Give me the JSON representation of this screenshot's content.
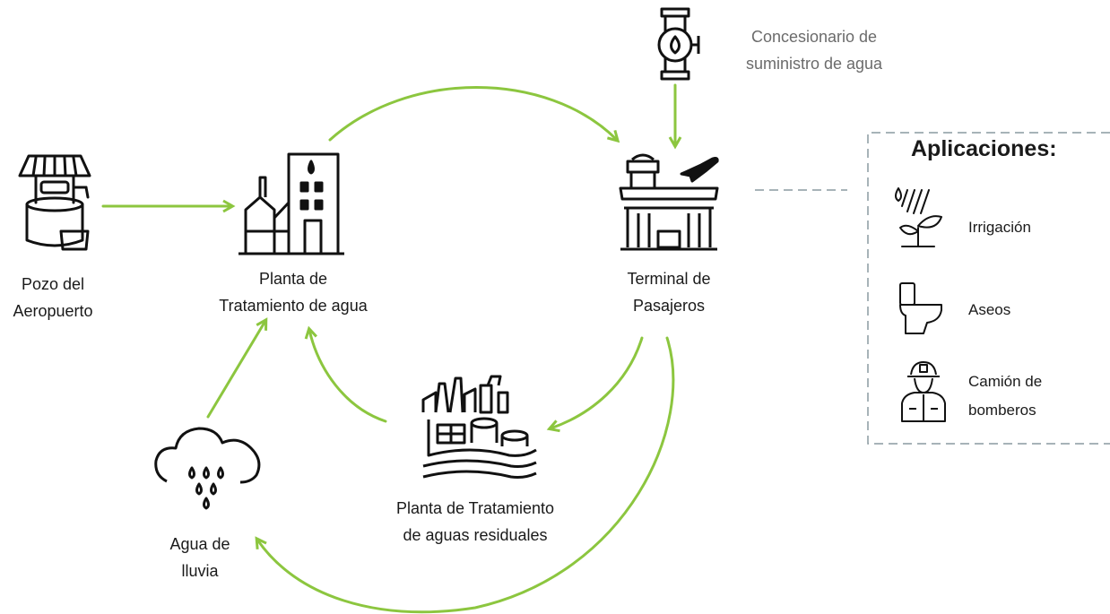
{
  "nodes": {
    "well": {
      "line1": "Pozo del",
      "line2": "Aeropuerto"
    },
    "water_plant": {
      "line1": "Planta de",
      "line2": "Tratamiento de agua"
    },
    "terminal": {
      "line1": "Terminal de",
      "line2": "Pasajeros"
    },
    "supplier": {
      "line1": "Concesionario de",
      "line2": "suministro de agua"
    },
    "wastewater_plant": {
      "line1": "Planta de Tratamiento",
      "line2": "de aguas residuales"
    },
    "rain": {
      "line1": "Agua de",
      "line2": "lluvia"
    }
  },
  "applications": {
    "title": "Aplicaciones:",
    "items": [
      {
        "label": "Irrigación",
        "icon": "irrigation-icon"
      },
      {
        "label": "Aseos",
        "icon": "toilet-icon"
      },
      {
        "label_line1": "Camión de",
        "label_line2": "bomberos",
        "icon": "firefighter-icon"
      }
    ]
  },
  "colors": {
    "arrow": "#8cc63f",
    "icon": "#111111",
    "muted_text": "#6b6b6b",
    "dash": "#8a9aa0"
  }
}
